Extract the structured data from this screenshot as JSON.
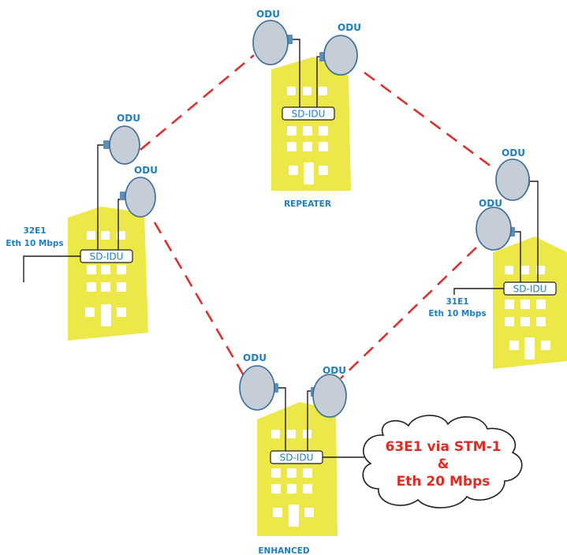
{
  "colors": {
    "building": "#ede84a",
    "window": "#ffffff",
    "dish_fill": "#c5cdd6",
    "dish_stroke": "#3a6a96",
    "connector": "#5b8fb8",
    "link": "#d8322e",
    "label_blue": "#1c7fc0",
    "cloud_text": "#e02a22",
    "wire": "#1e1e1e"
  },
  "odu_label": "ODU",
  "idu_label": "SD-IDU",
  "sites": {
    "left": {
      "caption_line1": "32E1",
      "caption_line2": "Eth 10 Mbps"
    },
    "repeater": {
      "name": "REPEATER"
    },
    "right": {
      "caption_line1": "31E1",
      "caption_line2": "Eth 10 Mbps"
    },
    "enhanced": {
      "name": "ENHANCED"
    }
  },
  "cloud": {
    "line1": "63E1 via STM-1",
    "line2": "&",
    "line3": "Eth 20 Mbps"
  },
  "links": [
    {
      "from": "left",
      "to": "repeater"
    },
    {
      "from": "repeater",
      "to": "right"
    },
    {
      "from": "left",
      "to": "enhanced"
    },
    {
      "from": "right",
      "to": "enhanced"
    }
  ]
}
